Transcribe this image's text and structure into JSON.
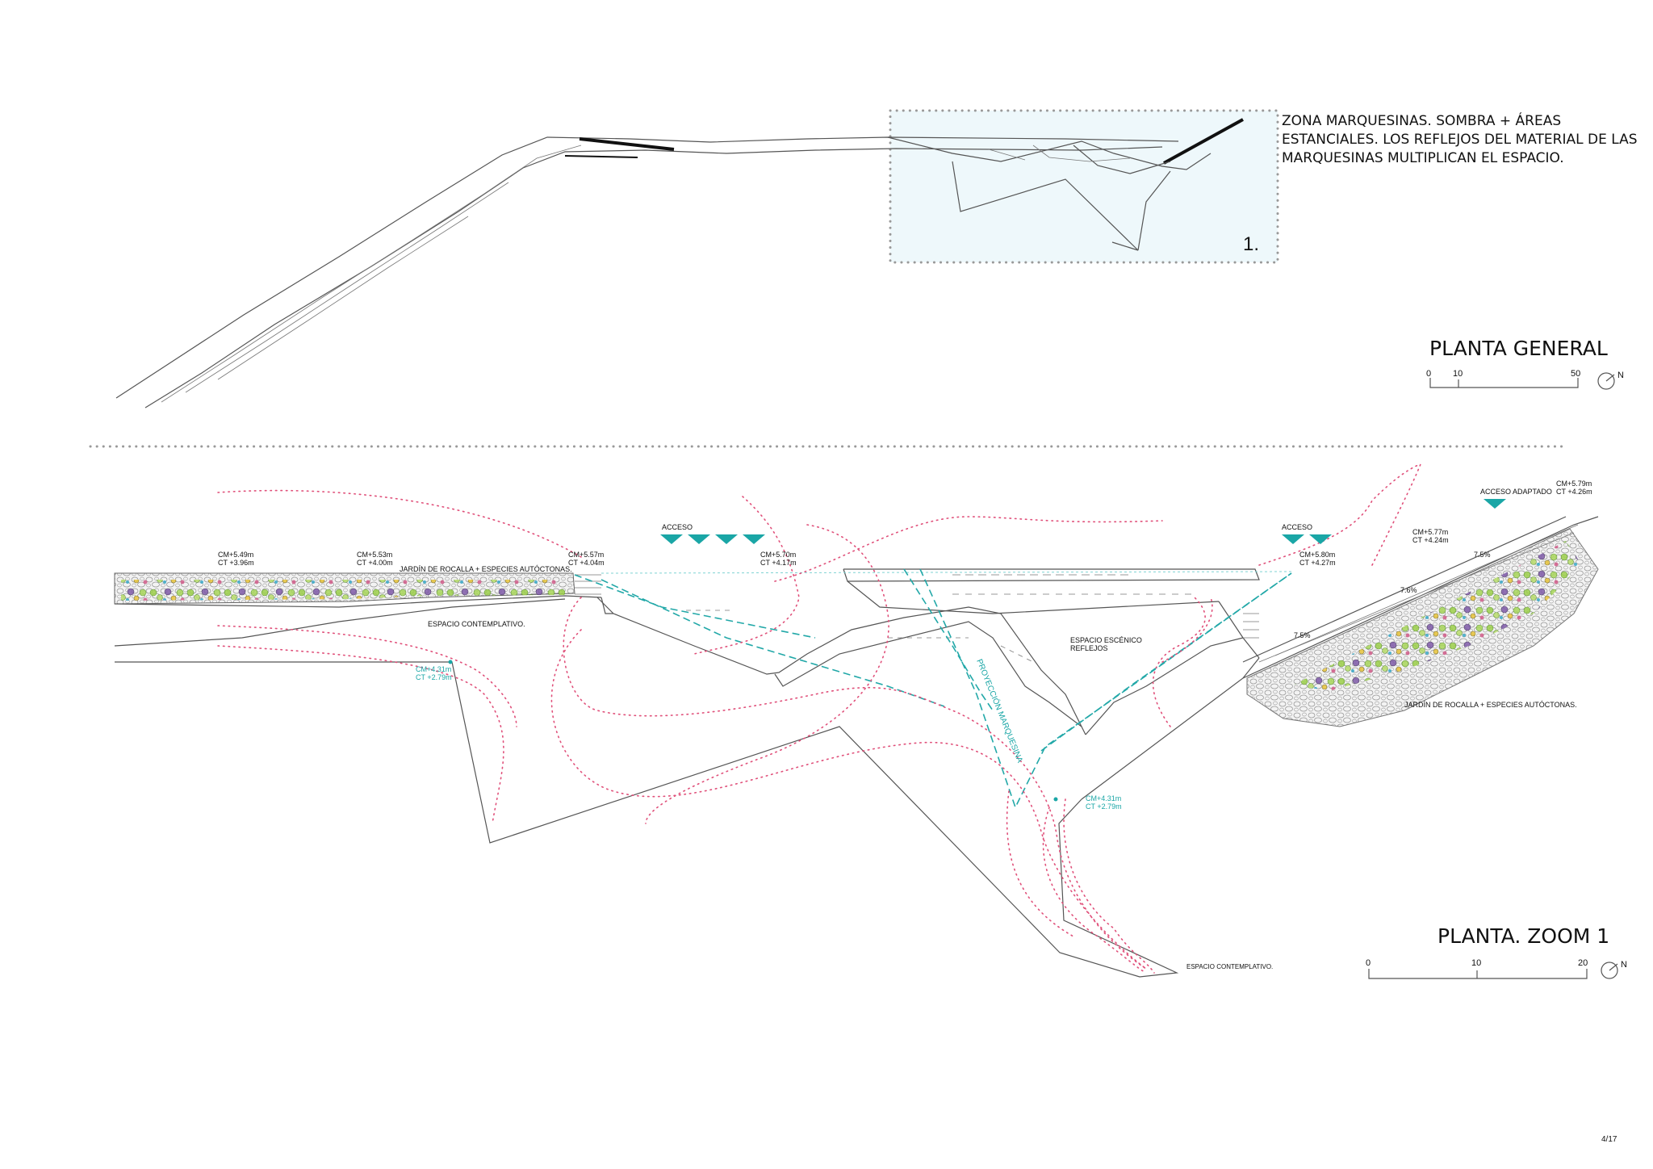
{
  "callout": {
    "number": "1.",
    "text_lines": [
      "ZONA MARQUESINAS. SOMBRA + ÁREAS",
      "ESTANCIALES. LOS REFLEJOS DEL MATERIAL DE LAS",
      "MARQUESINAS MULTIPLICAN EL ESPACIO."
    ]
  },
  "planta_general": {
    "title": "PLANTA GENERAL",
    "scale_labels": [
      "0",
      "10",
      "50"
    ],
    "north": "N"
  },
  "zoom": {
    "title": "PLANTA. ZOOM 1",
    "scale_labels": [
      "0",
      "10",
      "20"
    ],
    "north": "N",
    "labels": {
      "jardin_left": "JARDÍN DE ROCALLA + ESPECIES AUTÓCTONAS.",
      "jardin_right": "JARDÍN DE ROCALLA + ESPECIES AUTÓCTONAS.",
      "espacio_contemplativo_1": "ESPACIO CONTEMPLATIVO.",
      "espacio_contemplativo_2": "ESPACIO CONTEMPLATIVO.",
      "espacio_escenico_1": "ESPACIO ESCÉNICO",
      "espacio_escenico_2": "REFLEJOS",
      "acceso_1": "ACCESO",
      "acceso_2": "ACCESO",
      "acceso_adaptado": "ACCESO ADAPTADO",
      "proyeccion": "PROYECCIÓN MARQUESINA"
    },
    "levels": [
      {
        "cm": "CM+5.49m",
        "ct": "CT +3.96m"
      },
      {
        "cm": "CM+5.53m",
        "ct": "CT +4.00m"
      },
      {
        "cm": "CM+5.57m",
        "ct": "CT +4.04m"
      },
      {
        "cm": "CM+5.70m",
        "ct": "CT +4.17m"
      },
      {
        "cm": "CM+5.80m",
        "ct": "CT +4.27m"
      },
      {
        "cm": "CM+5.77m",
        "ct": "CT +4.24m"
      },
      {
        "cm": "CM+5.79m",
        "ct": "CT +4.26m"
      }
    ],
    "levels_teal": [
      {
        "cm": "CM+4.31m",
        "ct": "CT +2.79m"
      },
      {
        "cm": "CM+4.31m",
        "ct": "CT +2.79m"
      }
    ],
    "slopes": [
      "7.5%",
      "7.6%",
      "7.5%"
    ]
  },
  "page_number": "4/17",
  "colors": {
    "accent_teal": "#1aa6a6",
    "path_red": "#e0507a",
    "callout_fill": "#eef8fb",
    "line_gray": "#555555"
  }
}
